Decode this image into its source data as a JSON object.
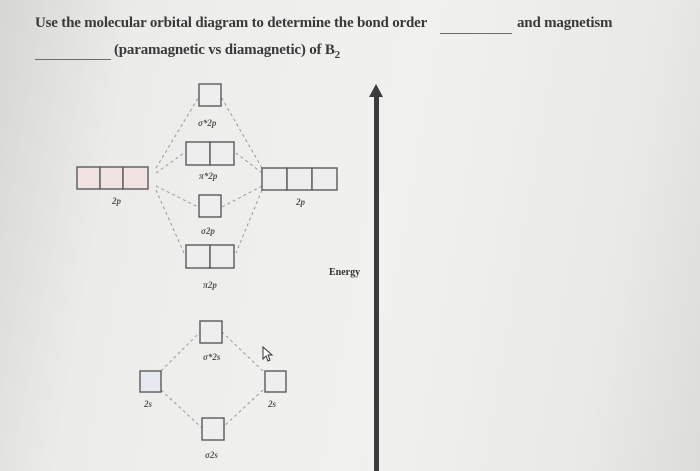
{
  "question": {
    "line1_prefix": "Use the molecular orbital diagram to determine the bond order",
    "line1_suffix": "and magnetism",
    "line2_text": "(paramagnetic vs diamagnetic) of B",
    "line2_subscript": "2"
  },
  "diagram": {
    "energy_label": "Energy",
    "atomic_labels": {
      "left_2p": "2p",
      "right_2p": "2p",
      "left_2s": "2s",
      "right_2s": "2s"
    },
    "mo_labels": {
      "sigma_star_2p": "σ*2p",
      "pi_star_2p": "π*2p",
      "sigma_2p": "σ2p",
      "pi_2p": "π2p",
      "sigma_star_2s": "σ*2s",
      "sigma_2s": "σ2s"
    },
    "colors": {
      "box_fill": "#eeeeef",
      "box_stroke": "#5a5a5a",
      "atomic_2p_fill": "#f2e3e3",
      "atomic_2s_fill": "#e6eaf0",
      "dash": "#9a9a9a",
      "axis": "#3b3b3b"
    }
  }
}
